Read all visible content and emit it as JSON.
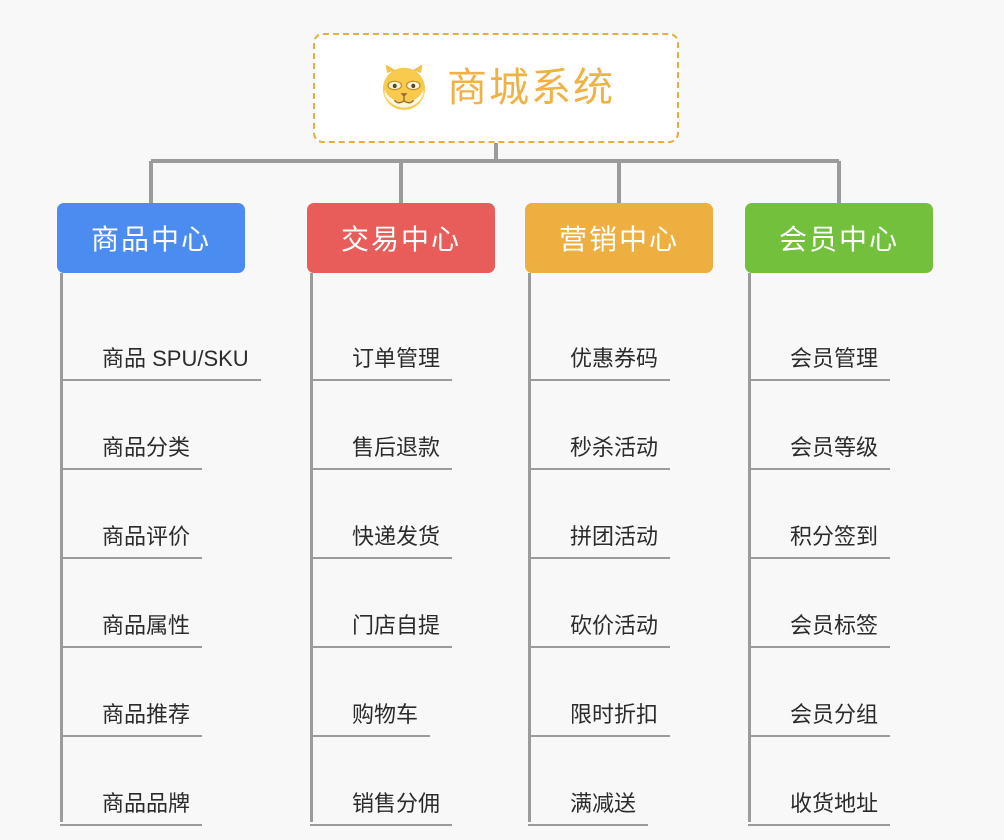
{
  "page": {
    "background_color": "#f8f8f8",
    "type": "mind-map"
  },
  "root": {
    "title": "商城系统",
    "emoji_name": "shiba-dog-face-emoji",
    "border_color": "#e8ab3d",
    "text_color": "#f0b244",
    "background_color": "#ffffff"
  },
  "connector": {
    "color": "#9b9b9b"
  },
  "categories": [
    {
      "label": "商品中心",
      "color": "#4a8cf0",
      "items": [
        {
          "label": "商品 SPU/SKU"
        },
        {
          "label": "商品分类"
        },
        {
          "label": "商品评价"
        },
        {
          "label": "商品属性"
        },
        {
          "label": "商品推荐"
        },
        {
          "label": "商品品牌"
        }
      ]
    },
    {
      "label": "交易中心",
      "color": "#e85c59",
      "items": [
        {
          "label": "订单管理"
        },
        {
          "label": "售后退款"
        },
        {
          "label": "快递发货"
        },
        {
          "label": "门店自提"
        },
        {
          "label": "购物车"
        },
        {
          "label": "销售分佣"
        }
      ]
    },
    {
      "label": "营销中心",
      "color": "#edaf40",
      "items": [
        {
          "label": "优惠券码"
        },
        {
          "label": "秒杀活动"
        },
        {
          "label": "拼团活动"
        },
        {
          "label": "砍价活动"
        },
        {
          "label": "限时折扣"
        },
        {
          "label": "满减送"
        }
      ]
    },
    {
      "label": "会员中心",
      "color": "#72c03c",
      "items": [
        {
          "label": "会员管理"
        },
        {
          "label": "会员等级"
        },
        {
          "label": "积分签到"
        },
        {
          "label": "会员标签"
        },
        {
          "label": "会员分组"
        },
        {
          "label": "收货地址"
        }
      ]
    }
  ]
}
